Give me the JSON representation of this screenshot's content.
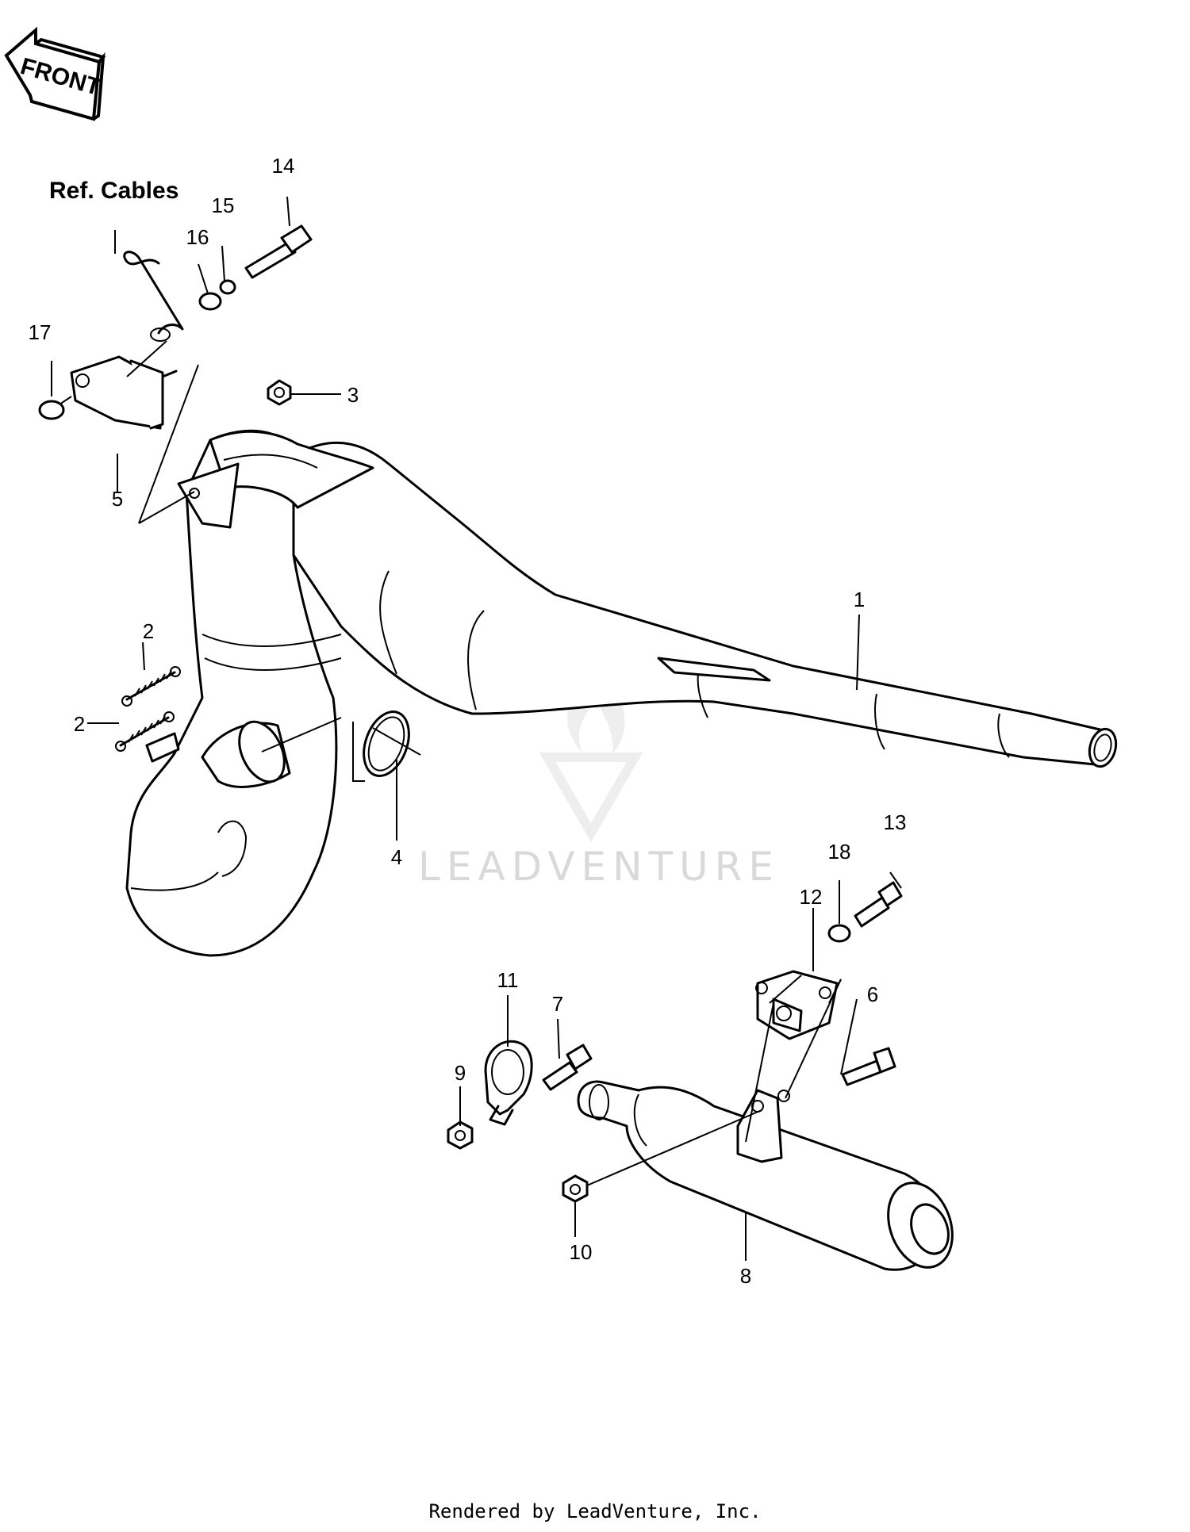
{
  "front_label": "FRONT",
  "ref_label": "Ref. Cables",
  "callouts": [
    "1",
    "2",
    "2",
    "3",
    "4",
    "5",
    "6",
    "7",
    "8",
    "9",
    "10",
    "11",
    "12",
    "13",
    "14",
    "15",
    "16",
    "17",
    "18"
  ],
  "watermark": "LEADVENTURE",
  "footer": "Rendered by LeadVenture, Inc.",
  "colors": {
    "line": "#000000",
    "watermark": "#d9d9d9",
    "background": "#ffffff"
  }
}
